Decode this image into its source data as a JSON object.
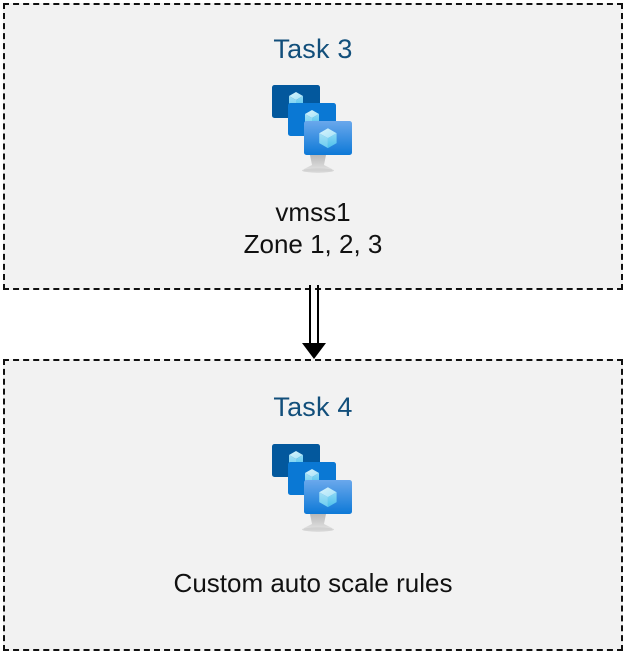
{
  "diagram": {
    "type": "flow",
    "background_color": "#ffffff",
    "box_fill_color": "#f2f2f2",
    "box_border_color": "#111111",
    "title_color": "#124f7b",
    "caption_color": "#111111",
    "nodes": [
      {
        "id": "task3",
        "title": "Task 3",
        "icon": "vm-scale-set-icon",
        "caption": "vmss1\nZone 1, 2, 3"
      },
      {
        "id": "task4",
        "title": "Task 4",
        "icon": "vm-scale-set-icon",
        "caption": "Custom auto scale rules"
      }
    ],
    "connector": {
      "from": "task3",
      "to": "task4",
      "style": "double-line-arrow",
      "direction": "down",
      "color": "#000000"
    },
    "icon_colors": {
      "monitor_back": "#03589d",
      "monitor_middle": "#0a78d4",
      "monitor_front_top": "#5ea0e8",
      "monitor_front_bottom": "#0f7ad8",
      "cube_light": "#c3ecfb",
      "cube_mid": "#8fdcf7",
      "cube_dark": "#59c9f0",
      "stand": "#a6a6a6"
    }
  }
}
